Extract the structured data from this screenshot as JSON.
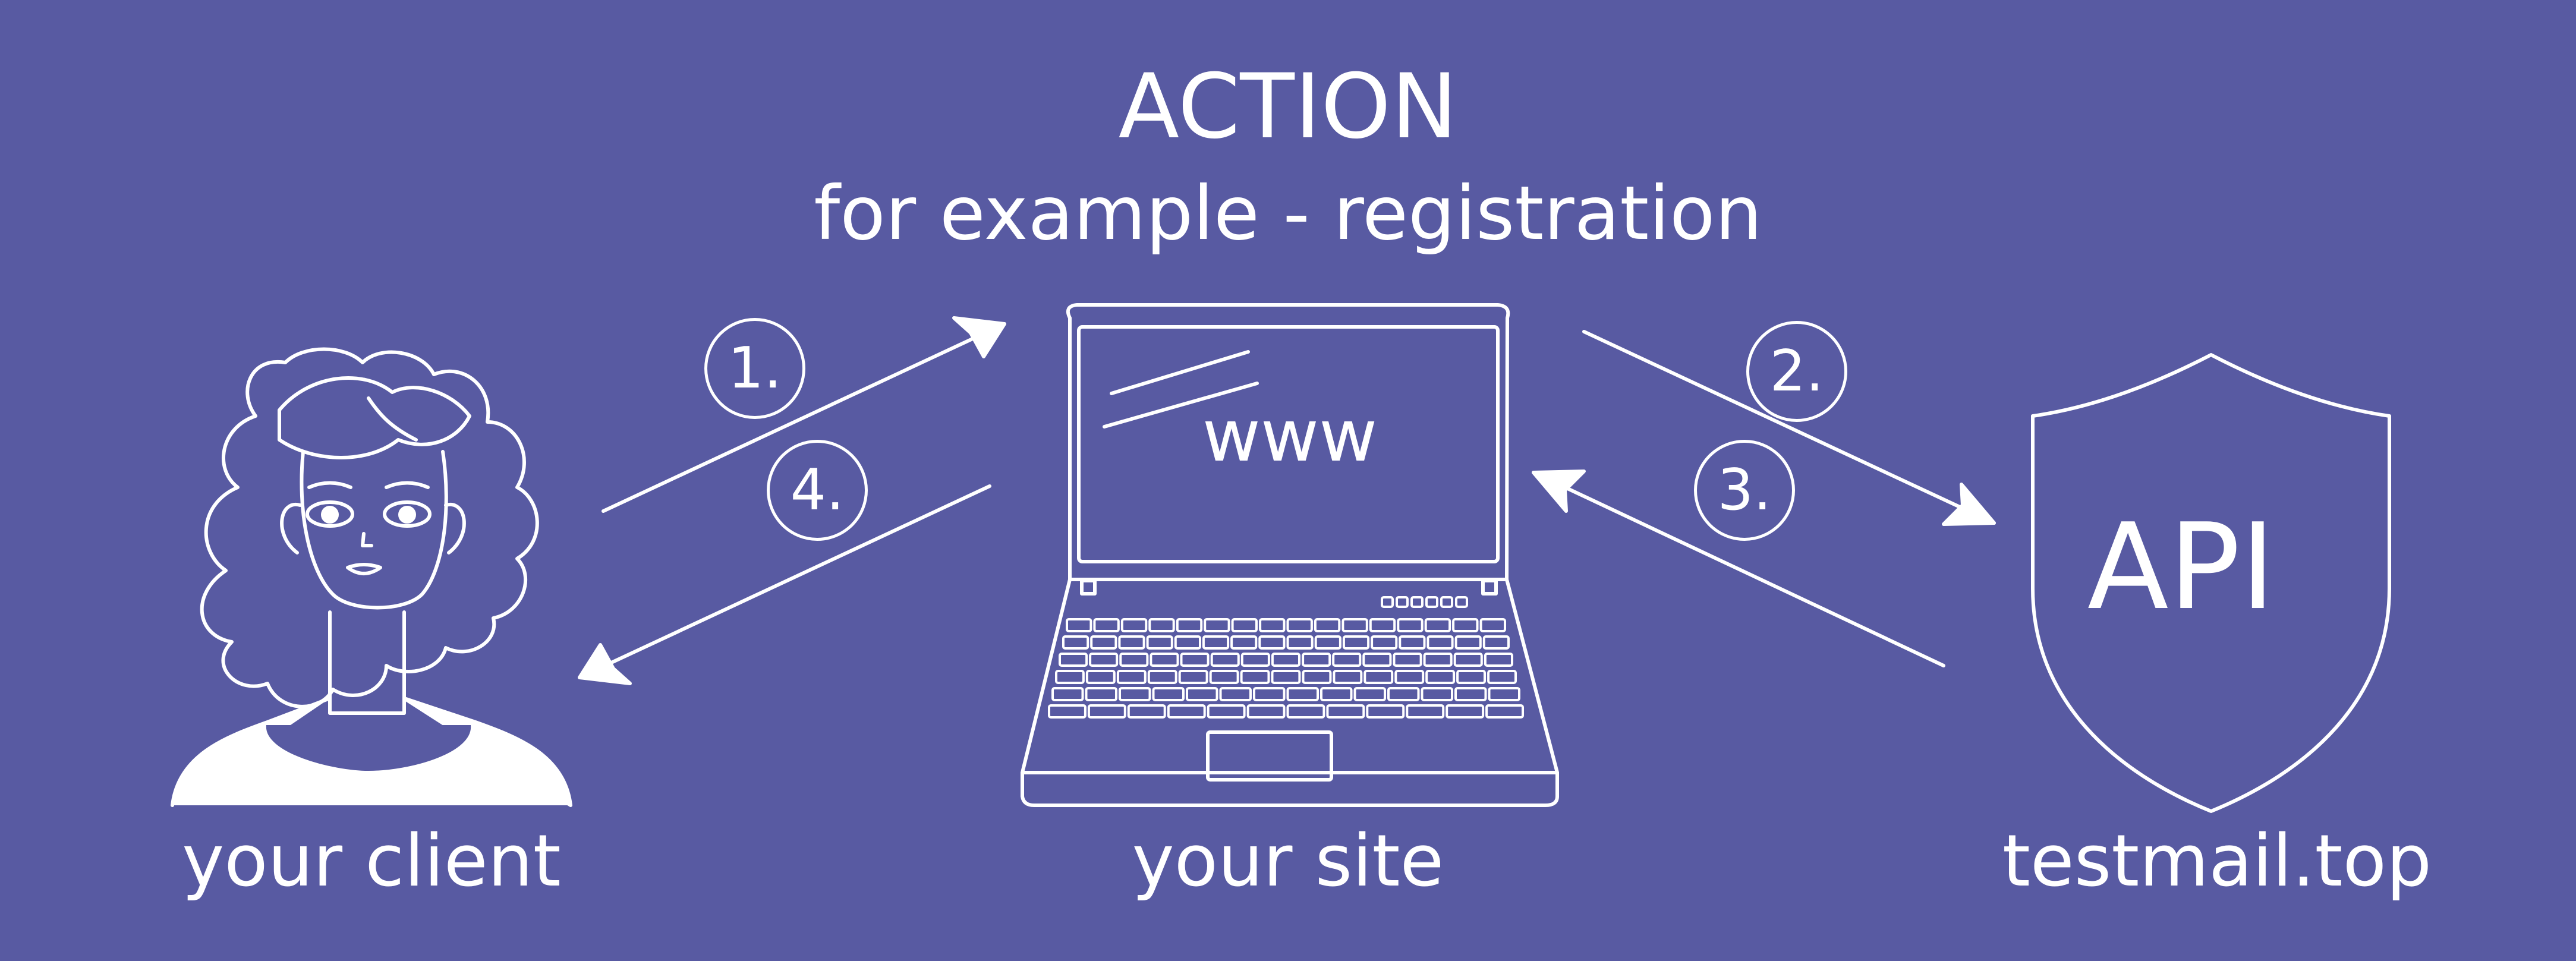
{
  "colors": {
    "background": "#585aa2",
    "stroke": "#ffffff"
  },
  "header": {
    "title": "ACTION",
    "subtitle": "for example - registration"
  },
  "nodes": {
    "client": {
      "label": "your client",
      "icon": "woman-avatar-icon"
    },
    "site": {
      "label": "your site",
      "screen_text": "www",
      "icon": "laptop-icon"
    },
    "api": {
      "label": "testmail.top",
      "badge_text": "API",
      "icon": "shield-icon"
    }
  },
  "steps": [
    {
      "number": "1."
    },
    {
      "number": "2."
    },
    {
      "number": "3."
    },
    {
      "number": "4."
    }
  ]
}
